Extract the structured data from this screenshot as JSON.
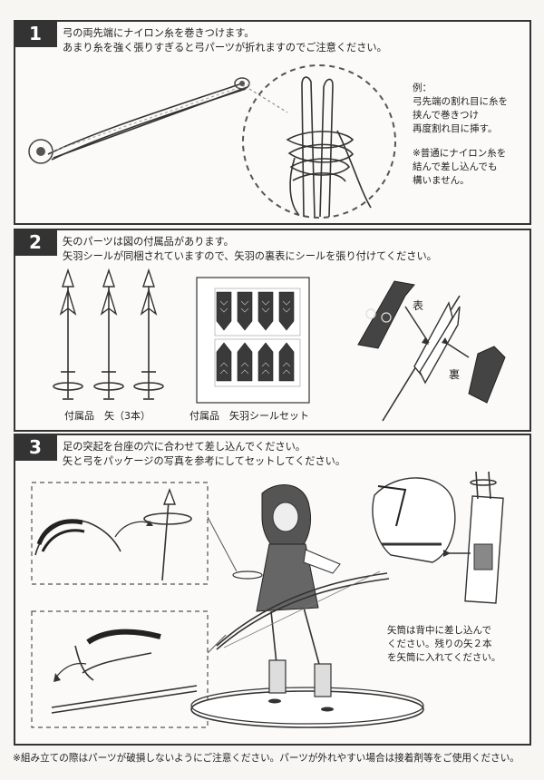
{
  "steps": [
    {
      "number": "1",
      "lines": [
        "弓の両先端にナイロン糸を巻きつけます。",
        "あまり糸を強く張りすぎると弓パーツが折れますのでご注意ください。"
      ],
      "example_note": [
        "例：",
        "弓先端の割れ目に糸を",
        "挟んで巻きつけ",
        "再度割れ目に挿す。"
      ],
      "extra_note": [
        "※普通にナイロン糸を",
        "結んで差し込んでも",
        "構いません。"
      ]
    },
    {
      "number": "2",
      "lines": [
        "矢のパーツは図の付属品があります。",
        "矢羽シールが同梱されていますので、矢羽の裏表にシールを張り付けてください。"
      ],
      "caption_arrows": "付属品　矢（3本）",
      "caption_stickers": "付属品　矢羽シールセット",
      "label_front": "表",
      "label_back": "裏"
    },
    {
      "number": "3",
      "lines": [
        "足の突起を台座の穴に合わせて差し込んでください。",
        "矢と弓をパッケージの写真を参考にしてセットしてください。"
      ],
      "quiver_note": [
        "矢筒は背中に差し込んで",
        "ください。残りの矢２本",
        "を矢筒に入れてください。"
      ]
    }
  ],
  "footer": "※組み立ての際はパーツが破損しないようにご注意ください。パーツが外れやすい場合は接着剤等をご使用ください。"
}
